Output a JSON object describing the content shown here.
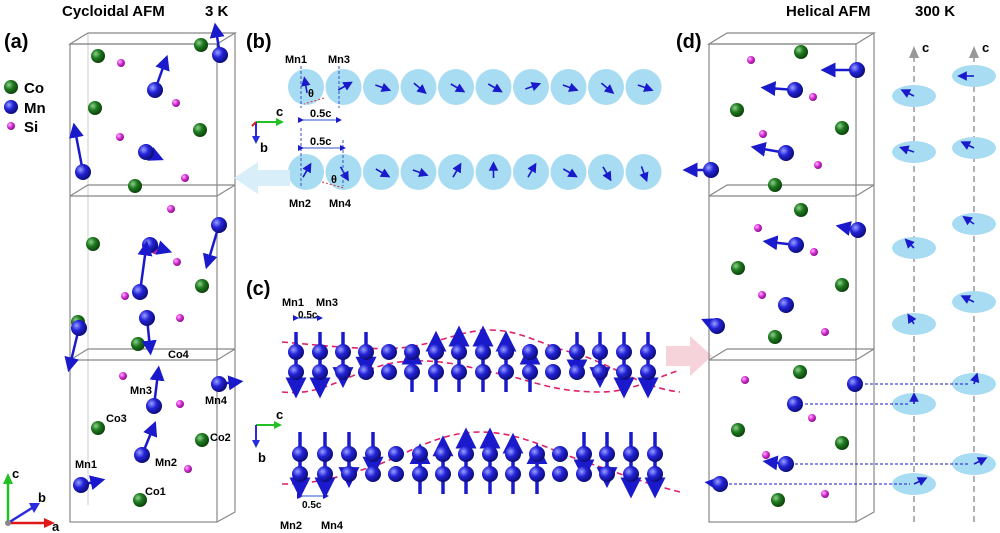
{
  "panels": {
    "a": "(a)",
    "b": "(b)",
    "c": "(c)",
    "d": "(d)"
  },
  "titles": {
    "cycloidal": "Cycloidal AFM",
    "cycloidal_temp": "3 K",
    "helical": "Helical AFM",
    "helical_temp": "300 K"
  },
  "legend": [
    {
      "label": "Co",
      "color": "#1e6b1e"
    },
    {
      "label": "Mn",
      "color": "#1a1acc"
    },
    {
      "label": "Si",
      "color": "#cc22cc"
    }
  ],
  "labels_a": {
    "co4": "Co4",
    "mn3": "Mn3",
    "mn4": "Mn4",
    "co3": "Co3",
    "co2": "Co2",
    "mn2": "Mn2",
    "mn1": "Mn1",
    "co1": "Co1"
  },
  "axes": {
    "c": "c",
    "b": "b",
    "a": "a"
  },
  "labels_b": {
    "mn1": "Mn1",
    "mn3": "Mn3",
    "theta_top": "θ",
    "half_c_top": "0.5c",
    "half_c_mid": "0.5c",
    "mn2": "Mn2",
    "mn4": "Mn4",
    "theta_bot": "θ"
  },
  "labels_c": {
    "mn1": "Mn1",
    "mn3": "Mn3",
    "half_c_top": "0.5c",
    "half_c_bot": "0.5c",
    "mn2": "Mn2",
    "mn4": "Mn4"
  },
  "labels_d": {
    "c1": "c",
    "c2": "c"
  },
  "colors": {
    "mn": "#1a1acc",
    "co": "#1e6b1e",
    "si": "#cc22cc",
    "disk": "#a8dcf2",
    "wave": "#e0206a",
    "cell": "#888888"
  }
}
